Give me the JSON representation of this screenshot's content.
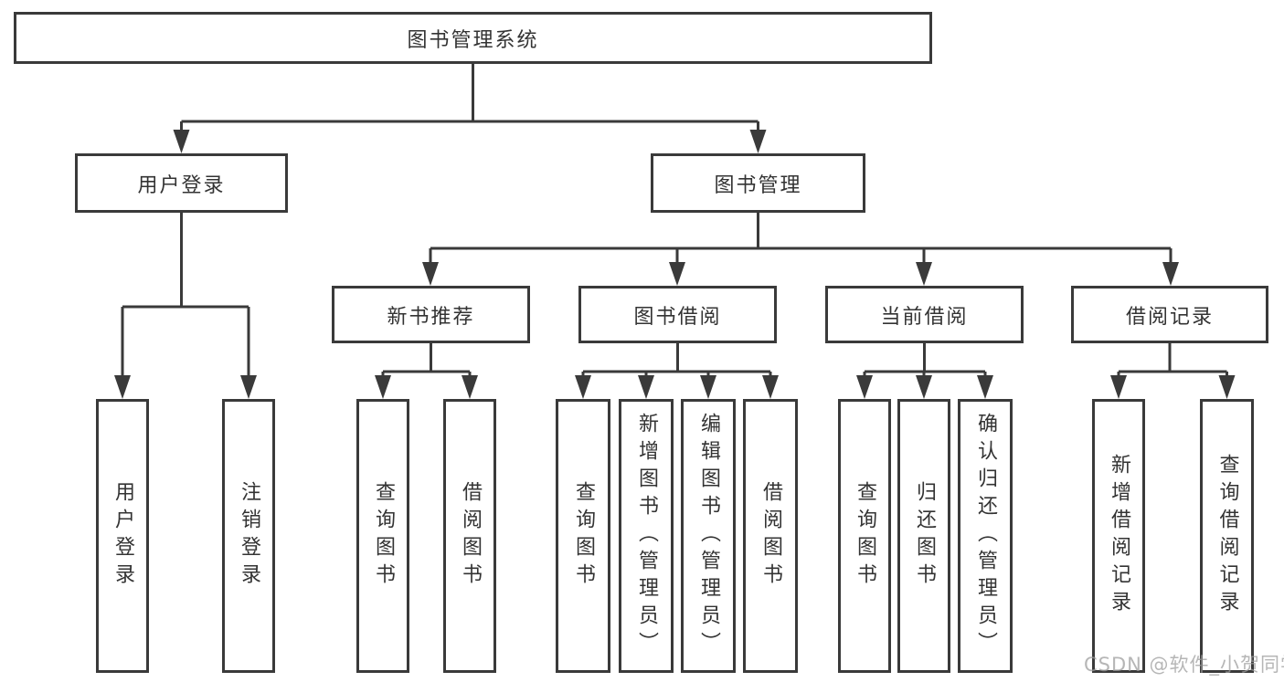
{
  "diagram": {
    "title": "图书管理系统",
    "nodes": {
      "root": "图书管理系统",
      "level2": [
        "用户登录",
        "图书管理"
      ],
      "level3": [
        "新书推荐",
        "图书借阅",
        "当前借阅",
        "借阅记录"
      ],
      "leaves": [
        "用户登录",
        "注销登录",
        "查询图书",
        "借阅图书",
        "查询图书",
        "新增图书（管理员）",
        "编辑图书（管理员）",
        "借阅图书",
        "查询图书",
        "归还图书",
        "确认归还（管理员）",
        "新增借阅记录",
        "查询借阅记录"
      ]
    },
    "watermark": "CSDN @软件_小贺同学",
    "colors": {
      "line": "#3a3a3a",
      "text": "#333333",
      "background": "#ffffff",
      "watermark": "#9e9e9e"
    }
  }
}
